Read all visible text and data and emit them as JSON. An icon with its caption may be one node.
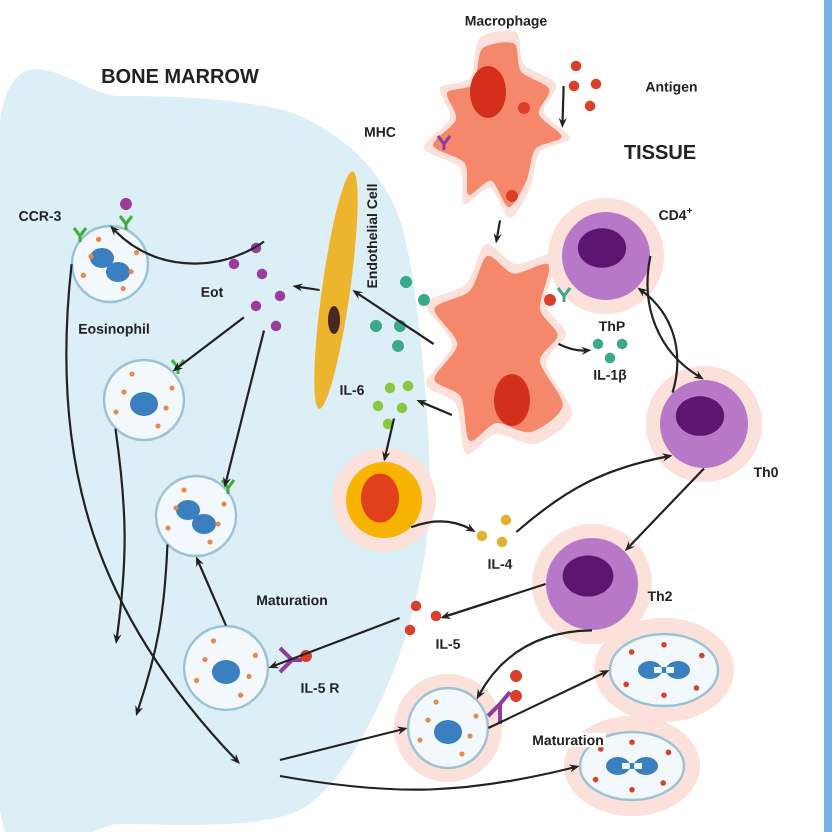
{
  "diagram": {
    "nodes": [
      {
        "text": [
          "Macrophage"
        ]
      },
      {
        "text": [
          "Antigen"
        ]
      },
      {
        "text": [],
        "shape": "picture"
      },
      {
        "text": [
          "CD4$^{+}$",
          "ThP"
        ]
      },
      {
        "text": [
          "IL-1β"
        ]
      },
      {
        "text": [
          "Endothelial Cell"
        ]
      },
      {
        "text": [
          "Eot"
        ]
      },
      {
        "text": [
          "CCR-3",
          "Eosinophil"
        ]
      },
      {
        "text": [],
        "shape": "picture"
      },
      {
        "text": [
          "IL-6"
        ]
      },
      {
        "text": [],
        "shape": "picture"
      },
      {
        "text": [
          "IL-4"
        ]
      },
      {
        "text": [
          "Th0"
        ]
      },
      {
        "text": [
          "Th2"
        ]
      },
      {
        "text": [
          "IL-5"
        ]
      },
      {
        "text": [],
        "shape": "picture"
      },
      {
        "text": [
          "IL-5 R"
        ]
      },
      {
        "text": [],
        "shape": "picture"
      },
      {
        "text": [],
        "shape": "picture"
      },
      {
        "text": [],
        "shape": "picture"
      }
    ],
    "edges": [
      {
        "from": 1,
        "to": 0,
        "arrow": "to"
      },
      {
        "from": 0,
        "to": 2,
        "arrow": "to"
      },
      {
        "from": 2,
        "to": 4,
        "arrow": "to"
      },
      {
        "from": 2,
        "to": 5,
        "arrow": "to"
      },
      {
        "from": 2,
        "to": 9,
        "arrow": "to"
      },
      {
        "from": 3,
        "to": 12,
        "arrow": "to"
      },
      {
        "from": 12,
        "to": 3,
        "arrow": "to"
      },
      {
        "from": 12,
        "to": 13,
        "arrow": "to"
      },
      {
        "from": 9,
        "to": 10,
        "arrow": "to"
      },
      {
        "from": 10,
        "to": 11,
        "arrow": "to"
      },
      {
        "from": 11,
        "to": 12,
        "arrow": "to"
      },
      {
        "from": 13,
        "to": 14,
        "arrow": "to"
      },
      {
        "from": 13,
        "to": 17,
        "arrow": "to"
      },
      {
        "from": 14,
        "to": 16,
        "arrow": "to"
      },
      {
        "from": 16,
        "to": 15,
        "arrow": "to",
        "label": "Maturation"
      },
      {
        "from": 17,
        "to": 18,
        "arrow": "to",
        "label": "Maturation"
      },
      {
        "from": 5,
        "to": 6,
        "arrow": "to"
      },
      {
        "from": 6,
        "to": 7,
        "arrow": "to"
      },
      {
        "from": 6,
        "to": 8,
        "arrow": "to"
      },
      {
        "from": 6,
        "to": 15,
        "arrow": "to"
      },
      {
        "from": 7,
        "to": null,
        "arrow": "to"
      },
      {
        "from": 8,
        "to": null,
        "arrow": "to"
      },
      {
        "from": 15,
        "to": null,
        "arrow": "to"
      },
      {
        "from": null,
        "to": 17,
        "arrow": "to"
      },
      {
        "from": null,
        "to": 19,
        "arrow": "to"
      }
    ],
    "labels": [
      "BONE MARROW",
      "MHC",
      "TISSUE"
    ]
  }
}
